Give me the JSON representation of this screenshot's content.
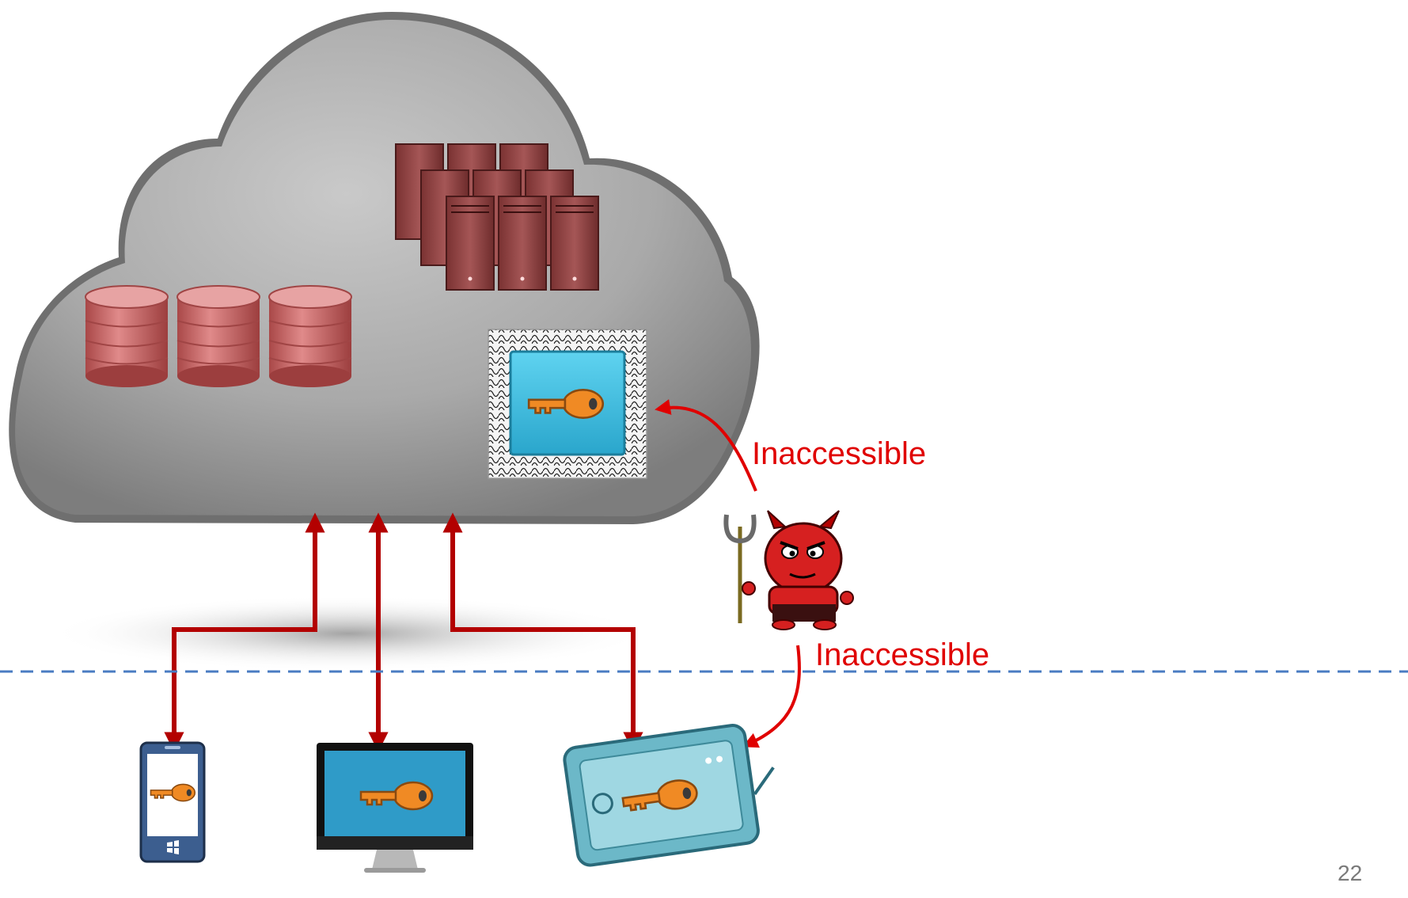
{
  "labels": {
    "enclave_label": "Inaccessible",
    "device_label": "Inaccessible"
  },
  "slide": {
    "page_number": "22"
  },
  "icons": {
    "cloud": "cloud-icon",
    "databases": "database-icon",
    "servers": "server-rack-icon",
    "enclave": "secure-enclave-icon",
    "key": "key-icon",
    "attacker": "devil-attacker-icon",
    "phone": "smartphone-icon",
    "monitor": "monitor-icon",
    "tablet": "tablet-icon"
  },
  "colors": {
    "arrow": "#b30000",
    "label": "#e00000",
    "divider": "#4a7cc2",
    "key": "#f08a24",
    "enclave_blue": "#3bbfe0"
  }
}
